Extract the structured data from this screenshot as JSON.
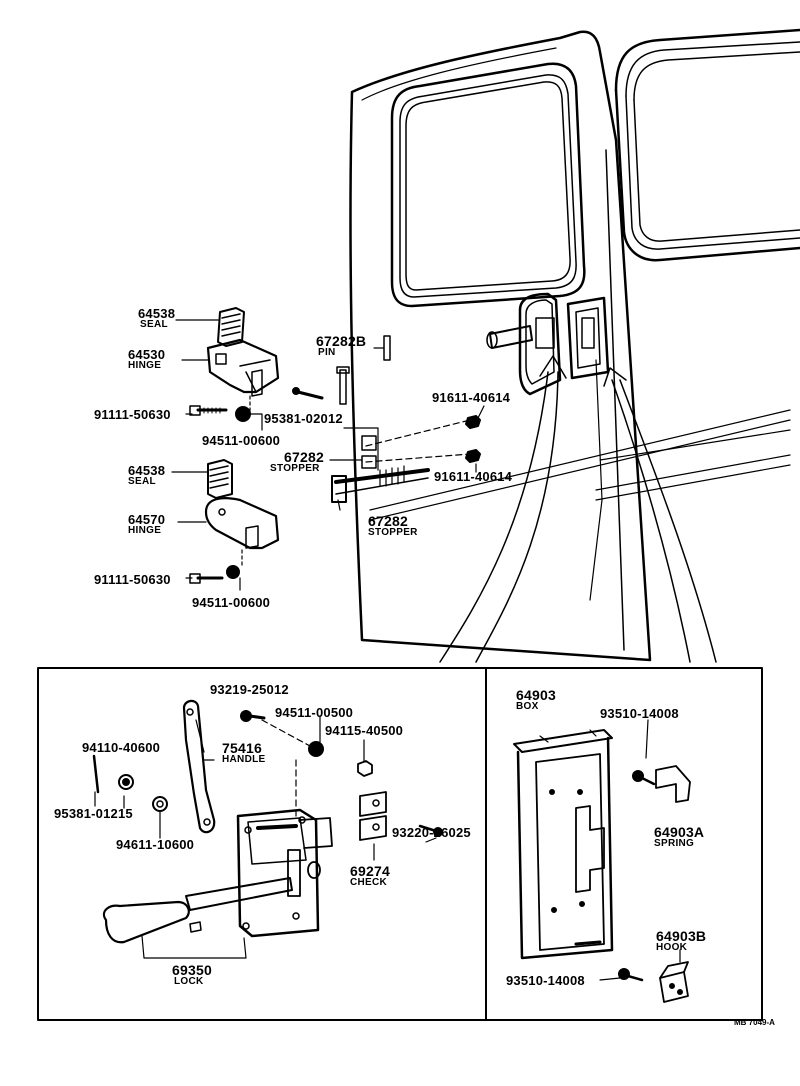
{
  "labels": {
    "l64538a": {
      "number": "64538",
      "name": "SEAL"
    },
    "l64530": {
      "number": "64530",
      "name": "HINGE"
    },
    "l91111a": {
      "number": "91111-50630"
    },
    "l95381a": {
      "number": "95381-02012"
    },
    "l94511a": {
      "number": "94511-00600"
    },
    "l67282b": {
      "number": "67282B",
      "name": "PIN"
    },
    "l91611a": {
      "number": "91611-40614"
    },
    "l67282a": {
      "number": "67282",
      "name": "STOPPER"
    },
    "l91611b": {
      "number": "91611-40614"
    },
    "l64538b": {
      "number": "64538",
      "name": "SEAL"
    },
    "l64570": {
      "number": "64570",
      "name": "HINGE"
    },
    "l67282c": {
      "number": "67282",
      "name": "STOPPER"
    },
    "l91111b": {
      "number": "91111-50630"
    },
    "l94511b": {
      "number": "94511-00600"
    },
    "l93219": {
      "number": "93219-25012"
    },
    "l94511c": {
      "number": "94511-00500"
    },
    "l94115": {
      "number": "94115-40500"
    },
    "l94110": {
      "number": "94110-40600"
    },
    "l75416": {
      "number": "75416",
      "name": "HANDLE"
    },
    "l95381b": {
      "number": "95381-01215"
    },
    "l94611": {
      "number": "94611-10600"
    },
    "l93220": {
      "number": "93220-26025"
    },
    "l69274": {
      "number": "69274",
      "name": "CHECK"
    },
    "l69350": {
      "number": "69350",
      "name": "LOCK"
    },
    "l64903": {
      "number": "64903",
      "name": "BOX"
    },
    "l93510a": {
      "number": "93510-14008"
    },
    "l64903a": {
      "number": "64903A",
      "name": "SPRING"
    },
    "l64903b": {
      "number": "64903B",
      "name": "HOOK"
    },
    "l93510b": {
      "number": "93510-14008"
    }
  },
  "figure_ref": "MB 7049-A"
}
